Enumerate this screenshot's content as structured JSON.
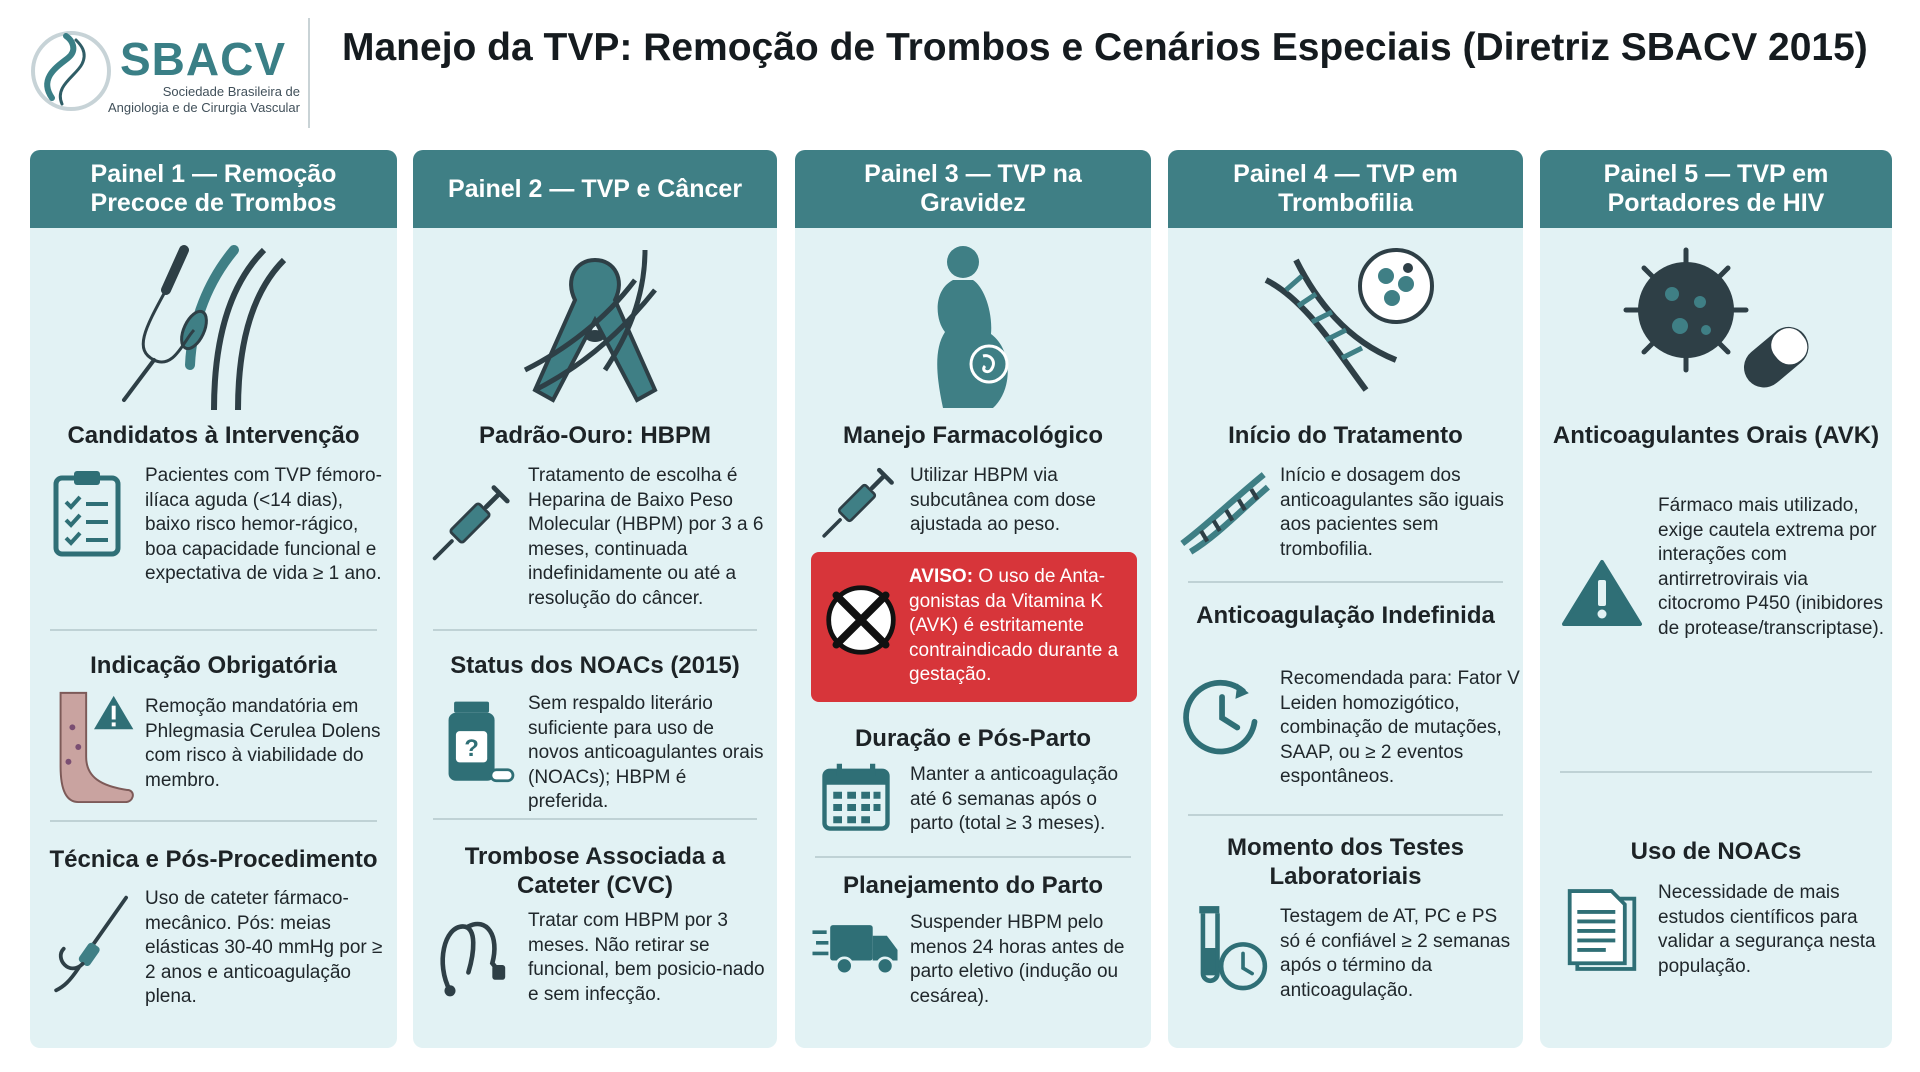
{
  "header": {
    "logo_name": "SBACV",
    "logo_subtitle_1": "Sociedade Brasileira de",
    "logo_subtitle_2": "Angiologia e de Cirurgia Vascular",
    "title": "Manejo da TVP: Remoção de Trombos e Cenários Especiais (Diretriz SBACV 2015)"
  },
  "colors": {
    "panel_header": "#3f7f85",
    "panel_bg": "#e2f2f4",
    "warning": "#d7353a",
    "brand": "#3a7f86"
  },
  "panels": [
    {
      "header": "Painel 1 — Remoção Precoce de Trombos",
      "hero_icon": "catheter-vein-icon",
      "sections": [
        {
          "title": "Candidatos à Intervenção",
          "icon": "clipboard-checklist-icon",
          "text": "Pacientes com TVP fémoro-ilíaca aguda (<14 dias), baixo risco hemor-rágico, boa capacidade funcional e expectativa de vida ≥ 1 ano."
        },
        {
          "title": "Indicação Obrigatória",
          "icon": "leg-warning-icon",
          "text": "Remoção mandatória em Phlegmasia Cerulea Dolens com risco à viabilidade do membro."
        },
        {
          "title": "Técnica e Pós-Procedimento",
          "icon": "catheter-icon",
          "text": "Uso de cateter fármaco-mecânico. Pós: meias elásticas 30-40 mmHg por ≥ 2 anos e anticoagulação plena."
        }
      ]
    },
    {
      "header": "Painel 2 — TVP e Câncer",
      "hero_icon": "cancer-ribbon-icon",
      "sections": [
        {
          "title": "Padrão-Ouro: HBPM",
          "icon": "syringe-icon",
          "text": "Tratamento de escolha é Heparina de Baixo Peso Molecular (HBPM) por 3 a 6 meses, continuada indefinidamente ou até a resolução do câncer."
        },
        {
          "title": "Status dos NOACs (2015)",
          "icon": "pill-bottle-question-icon",
          "text": "Sem respaldo literário suficiente para uso de novos anticoagulantes orais (NOACs); HBPM é preferida."
        },
        {
          "title": "Trombose Associada a Cateter (CVC)",
          "icon": "central-catheter-icon",
          "text": "Tratar com HBPM por 3 meses. Não retirar se funcional, bem posicio-nado e sem infecção."
        }
      ]
    },
    {
      "header": "Painel 3 — TVP na Gravidez",
      "hero_icon": "pregnant-woman-icon",
      "sections": [
        {
          "title": "Manejo Farmacológico",
          "icon": "syringe-icon",
          "text": "Utilizar HBPM via subcutânea com dose ajustada ao peso."
        },
        {
          "warning_label": "AVISO:",
          "icon": "prohibited-icon",
          "text": "O uso de Anta-gonistas da Vitamina K (AVK) é estritamente contraindicado durante a gestação."
        },
        {
          "title": "Duração e Pós-Parto",
          "icon": "calendar-icon",
          "text": "Manter a anticoagulação até 6 semanas após o parto (total ≥ 3 meses)."
        },
        {
          "title": "Planejamento do Parto",
          "icon": "delivery-truck-icon",
          "text": "Suspender HBPM pelo menos 24 horas antes de parto eletivo (indução ou cesárea)."
        }
      ]
    },
    {
      "header": "Painel 4 — TVP em Trombofilia",
      "hero_icon": "dna-cells-icon",
      "sections": [
        {
          "title": "Início do Tratamento",
          "icon": "dna-icon",
          "text": "Início e dosagem dos anticoagulantes são iguais aos pacientes sem trombofilia."
        },
        {
          "title": "Anticoagulação Indefinida",
          "icon": "clock-refresh-icon",
          "text": "Recomendada para: Fator V Leiden homozigótico, combinação de mutações, SAAP, ou ≥ 2 eventos espontâneos."
        },
        {
          "title": "Momento dos Testes Laboratoriais",
          "icon": "test-tube-clock-icon",
          "text": "Testagem de AT, PC e PS só é confiável ≥ 2 semanas após o término da anticoagulação."
        }
      ]
    },
    {
      "header": "Painel 5 — TVP em Portadores de HIV",
      "hero_icon": "virus-pill-icon",
      "sections": [
        {
          "title": "Anticoagulantes Orais (AVK)",
          "icon": "warning-triangle-icon",
          "text": "Fármaco mais utilizado, exige cautela extrema por interações com antirretrovirais via citocromo P450 (inibidores de protease/transcriptase)."
        },
        {
          "title": "Uso de NOACs",
          "icon": "document-icon",
          "text": "Necessidade de mais estudos científicos para validar a segurança nesta população."
        }
      ]
    }
  ]
}
